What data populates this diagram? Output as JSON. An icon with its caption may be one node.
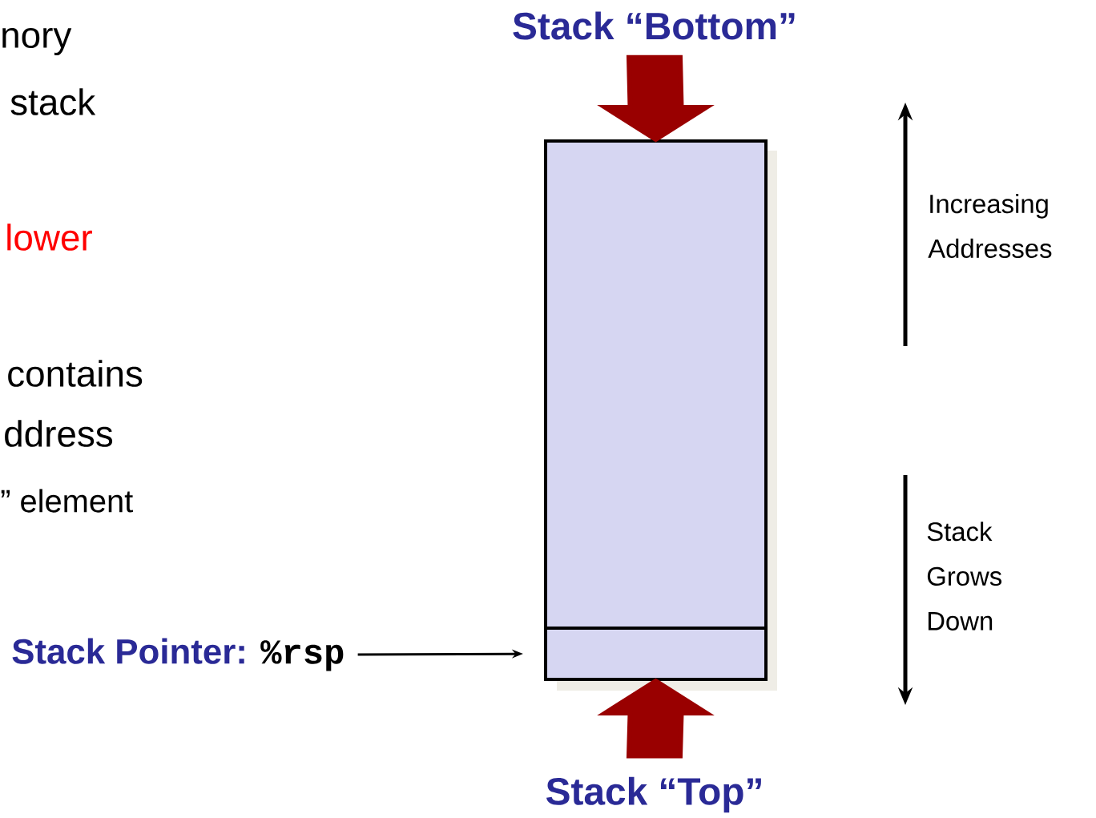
{
  "diagram": {
    "nodes": [
      {
        "text": [
          "Stack “Bottom”"
        ]
      },
      {
        "text": [],
        "shape": "box"
      },
      {
        "text": [],
        "shape": "box"
      },
      {
        "text": [
          "Stack “Top”"
        ]
      },
      {
        "text": [
          "Stack Pointer:",
          "%rsp"
        ]
      }
    ],
    "edges": [
      {
        "from": 0,
        "to": 1,
        "arrow": "to",
        "style": "thick",
        "color": "#990000"
      },
      {
        "from": 3,
        "to": 2,
        "arrow": "to",
        "style": "thick",
        "color": "#990000"
      },
      {
        "from": 4,
        "to": 2,
        "arrow": "to",
        "color": "#000000"
      }
    ],
    "labels": [
      "nory",
      "stack",
      "lower",
      "contains",
      "ddress",
      "” element",
      "Increasing Addresses",
      "Stack Grows Down"
    ]
  }
}
